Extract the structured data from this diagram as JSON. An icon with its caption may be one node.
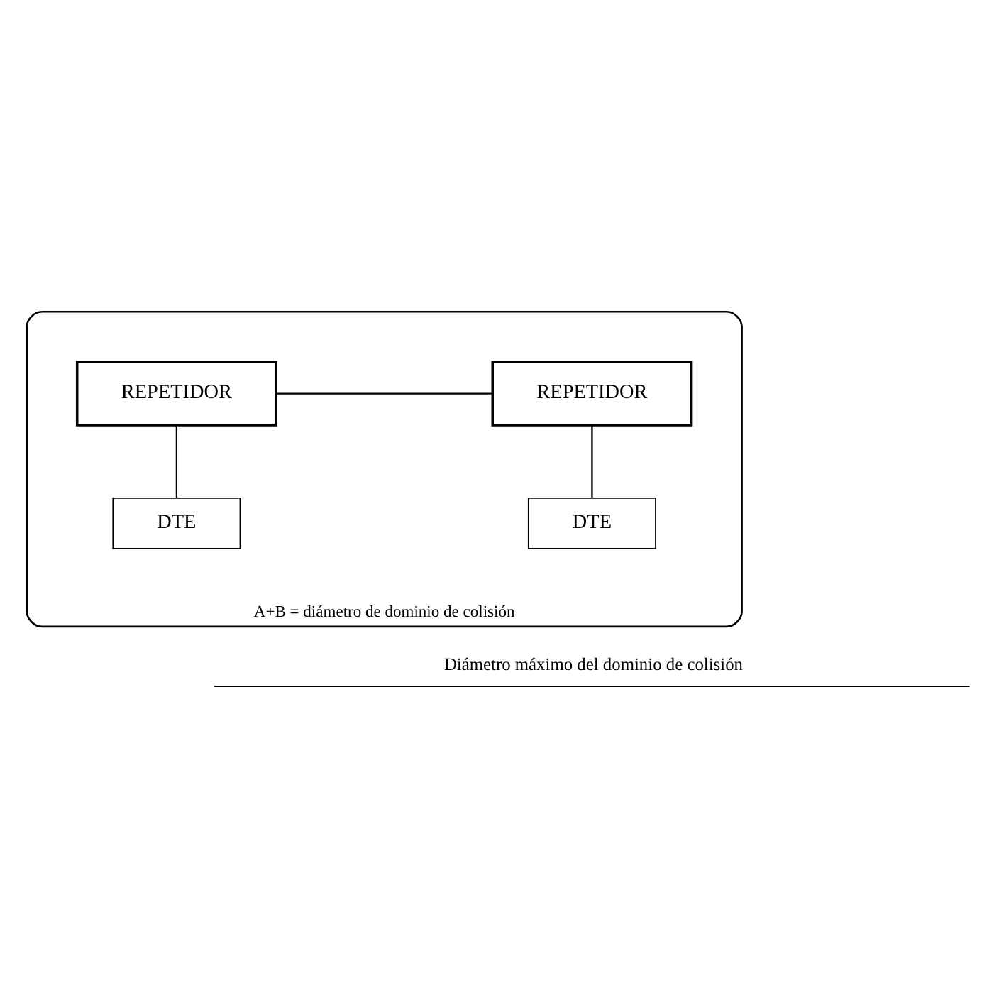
{
  "diagram": {
    "nodes": [
      {
        "text": [
          "A+B = diámetro de dominio de colisión"
        ]
      },
      {
        "text": [
          "REPETIDOR"
        ],
        "in": 0
      },
      {
        "text": [
          "REPETIDOR"
        ],
        "in": 0
      },
      {
        "text": [
          "DTE"
        ],
        "in": 0
      },
      {
        "text": [
          "DTE"
        ],
        "in": 0
      }
    ],
    "edges": [
      {
        "from": 1,
        "to": 2,
        "arrow": "none"
      },
      {
        "from": 1,
        "to": 3,
        "arrow": "none"
      },
      {
        "from": 2,
        "to": 4,
        "arrow": "none"
      }
    ],
    "labels": [
      "Diámetro máximo del dominio de colisión"
    ]
  }
}
